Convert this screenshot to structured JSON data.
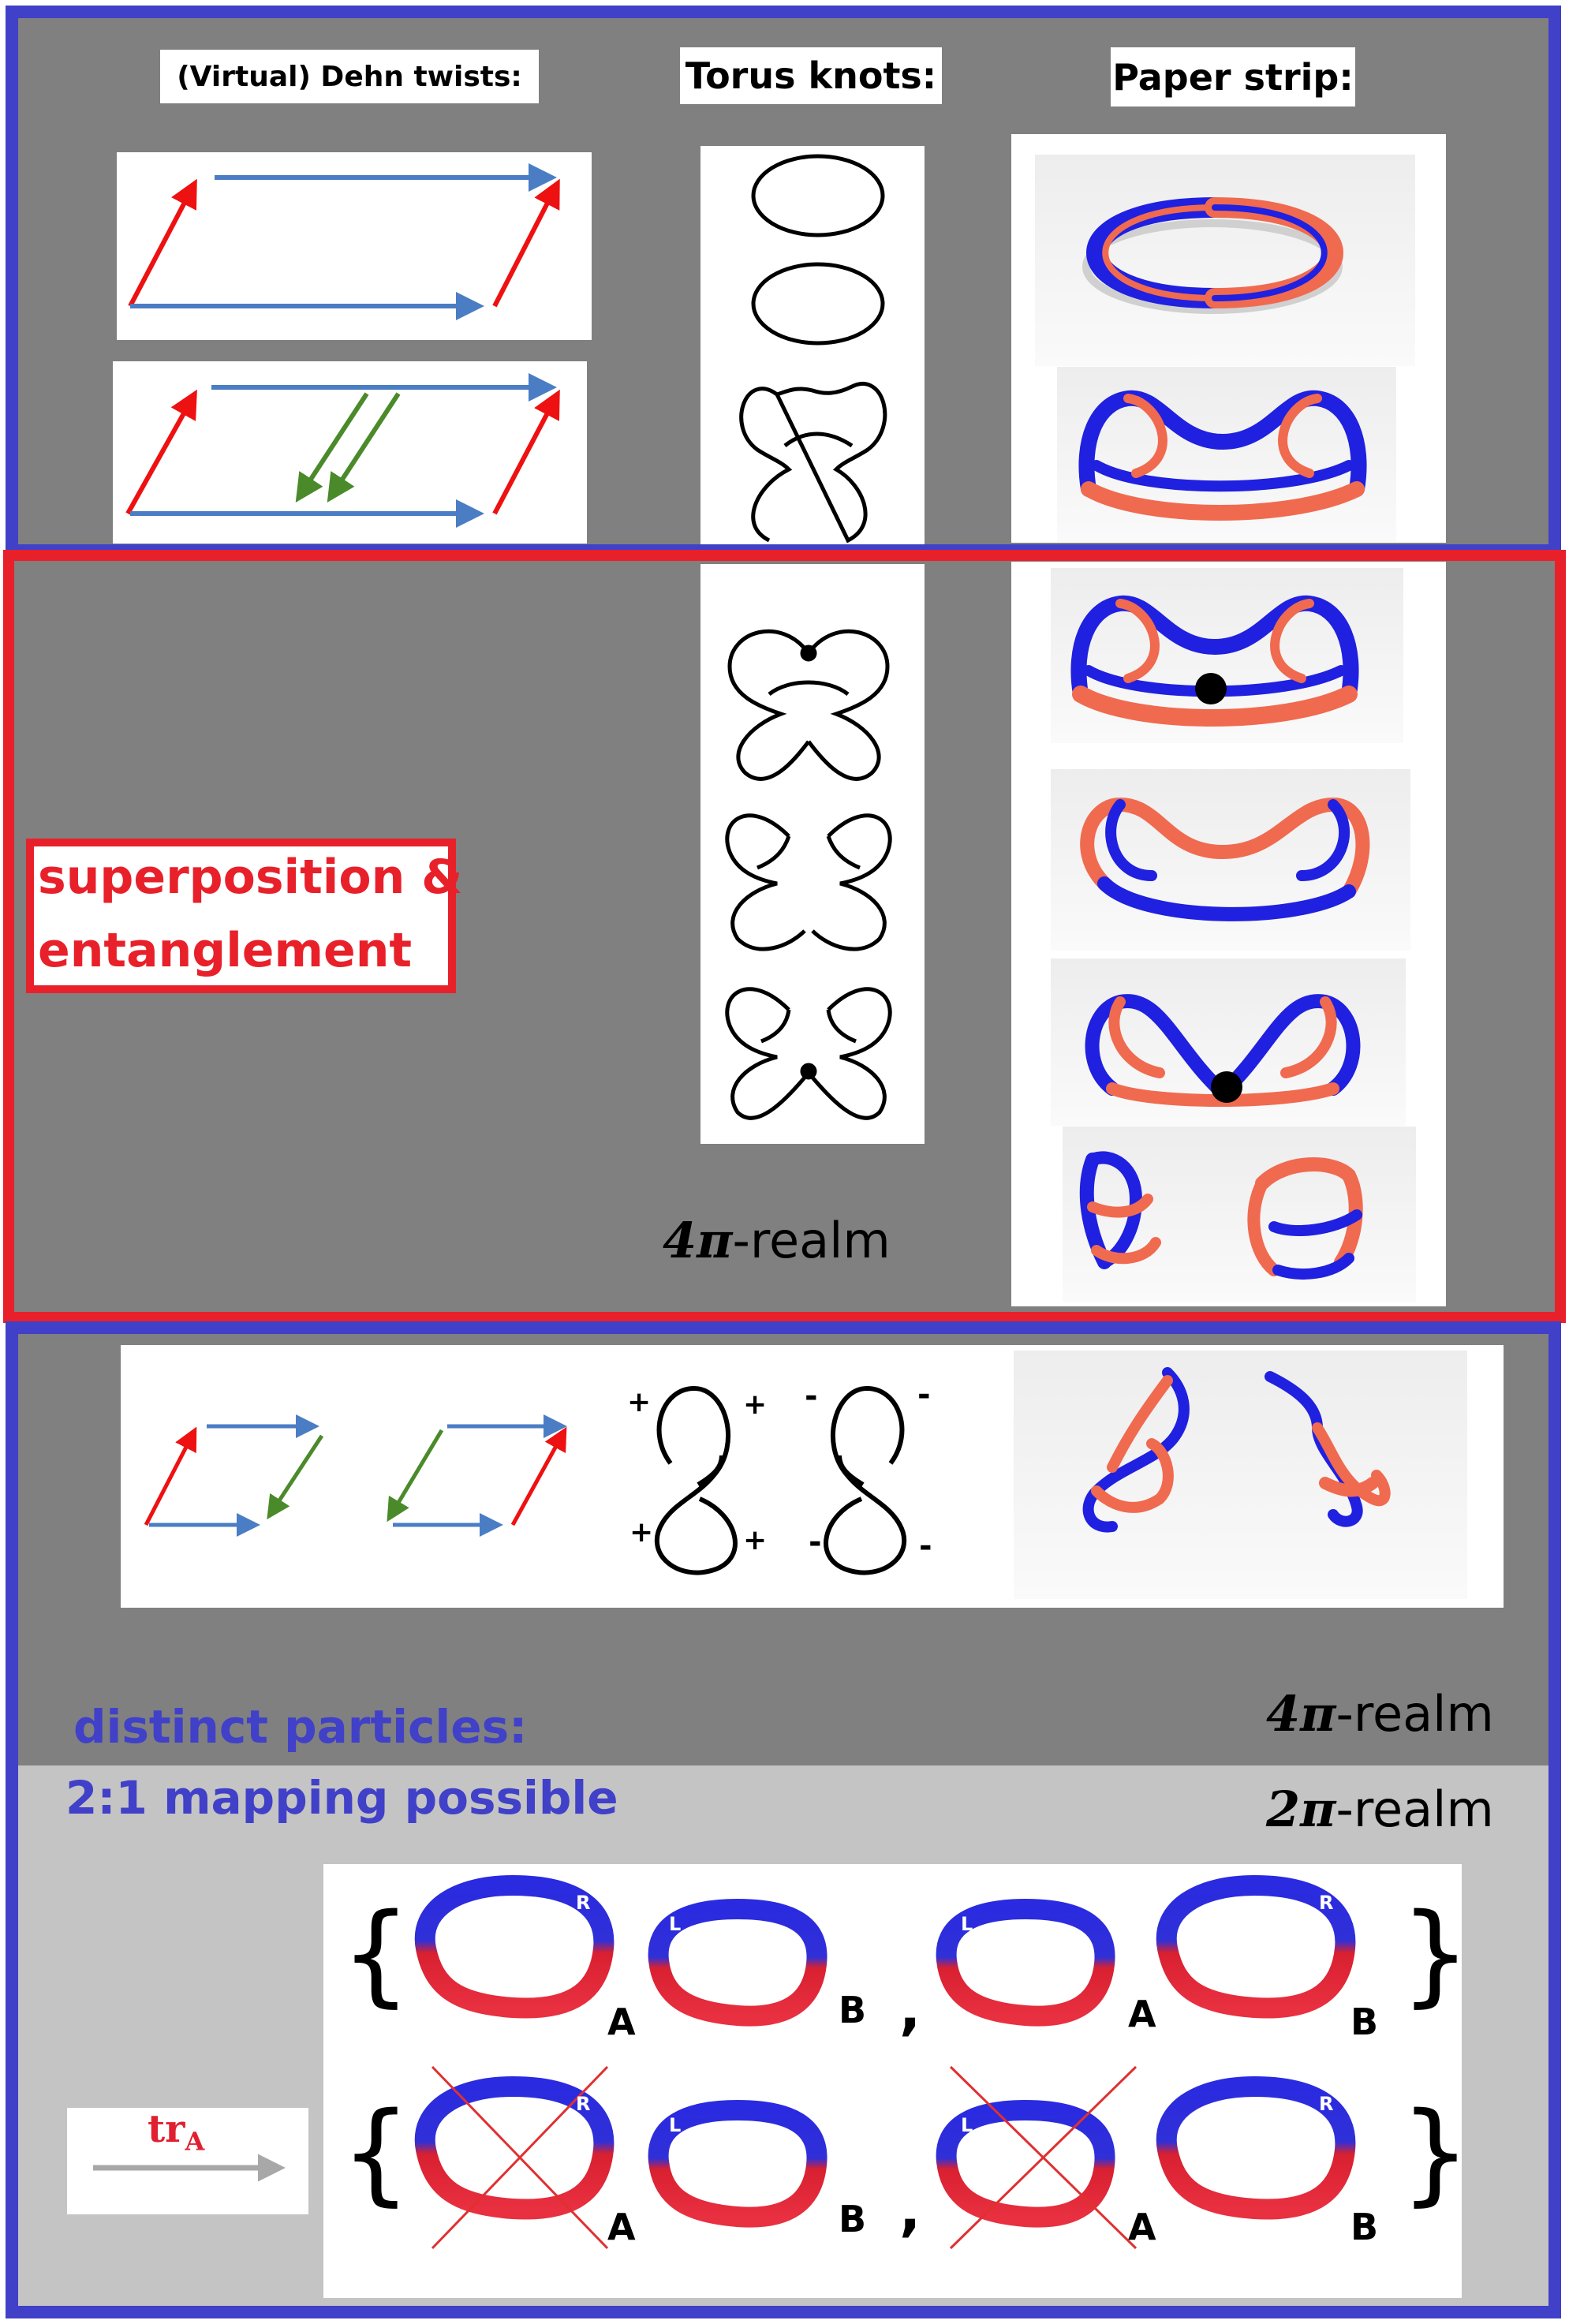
{
  "headers": {
    "dehn": "(Virtual) Dehn twists:",
    "torus": "Torus knots:",
    "paper": "Paper strip:"
  },
  "middle": {
    "line1": "superposition &",
    "line2": "entanglement",
    "realm_pi": "4π",
    "realm_suffix": "-realm"
  },
  "bottom": {
    "signs": [
      "+",
      "+",
      "+",
      "+",
      "-",
      "-",
      "-",
      "-"
    ],
    "realm4_pi": "4π",
    "realm4_suffix": "-realm",
    "realm2_pi": "2π",
    "realm2_suffix": "-realm",
    "distinct": "distinct particles:",
    "mapping": "2:1 mapping possible",
    "trace_main": "tr",
    "trace_sub": "A",
    "ring_labels": [
      "R",
      "L",
      "L",
      "R",
      "R",
      "L",
      "L",
      "R"
    ],
    "subsystem_labels": [
      "A",
      "B",
      "A",
      "B",
      "A",
      "B",
      "A",
      "B"
    ],
    "comma": ",",
    "brace_open": "{",
    "brace_close": "}"
  },
  "colors": {
    "frame_blue": "#4040c8",
    "frame_red": "#e8202a",
    "panel_gray": "#808080",
    "light_gray": "#c4c4c4",
    "arrow_red": "#ee1111",
    "arrow_blue": "#4a7dc4",
    "arrow_green": "#4a8a2a",
    "strip_blue": "#2020e0",
    "strip_orange": "#f06a50",
    "strip_red": "#e02030",
    "label_blue": "#4040c8"
  },
  "icons": [
    "arrow-icon",
    "torus-knot-icon",
    "ribbon-icon",
    "trace-arrow-icon",
    "cross-out-icon"
  ]
}
